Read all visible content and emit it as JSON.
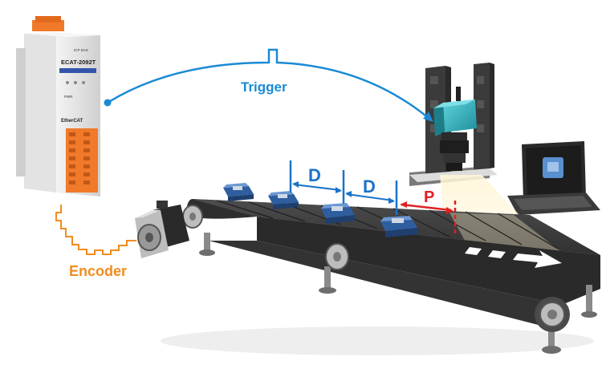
{
  "colors": {
    "trigger": "#1a8ad4",
    "encoder": "#f28c1e",
    "distance": "#1a73c9",
    "pitch": "#e02020",
    "terminal": "#f07a2a",
    "camera": "#2bb3c0",
    "belt": "#3a3a3a",
    "product": "#3c6fb5"
  },
  "labels": {
    "trigger": "Trigger",
    "encoder": "Encoder",
    "distance_1": "D",
    "distance_2": "D",
    "pitch": "P"
  },
  "module": {
    "brand": "ICP DAS",
    "model": "ECAT-2092T",
    "pwr": "PWR",
    "ethercat": "EtherCAT"
  },
  "icons": {
    "module": "ethercat-module-icon",
    "motor": "servo-motor-icon",
    "camera": "vision-camera-icon",
    "laptop": "laptop-icon",
    "conveyor": "conveyor-belt-icon",
    "product": "product-package-icon",
    "arrow": "direction-arrow-icon"
  }
}
